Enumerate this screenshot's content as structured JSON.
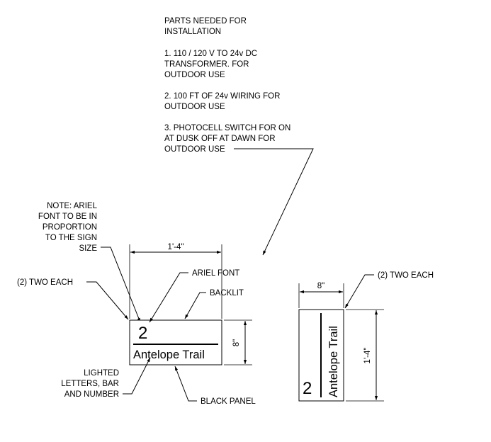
{
  "parts_note": {
    "heading": [
      "PARTS NEEDED FOR",
      "INSTALLATION"
    ],
    "item1": [
      "1. 110 / 120 V TO 24v DC",
      "TRANSFORMER. FOR",
      "OUTDOOR USE"
    ],
    "item2": [
      "2. 100 FT OF 24v WIRING FOR",
      "OUTDOOR USE"
    ],
    "item3": [
      "3. PHOTOCELL SWITCH FOR ON",
      "AT DUSK OFF AT DAWN FOR",
      "OUTDOOR USE"
    ]
  },
  "font_note": [
    "NOTE: ARIEL",
    "FONT TO BE IN",
    "PROPORTION",
    "TO THE SIGN",
    "SIZE"
  ],
  "labels": {
    "two_each_left": "(2) TWO EACH",
    "two_each_right": "(2) TWO EACH",
    "ariel_font": "ARIEL FONT",
    "backlit": "BACKLIT",
    "black_panel": "BLACK PANEL",
    "lighted": [
      "LIGHTED",
      "LETTERS, BAR",
      "AND NUMBER"
    ]
  },
  "dimensions": {
    "width_horizontal": "1'-4\"",
    "height_horizontal": "8\"",
    "width_vertical": "8\"",
    "height_vertical": "1'-4\""
  },
  "sign": {
    "number": "2",
    "street": "Antelope Trail"
  }
}
